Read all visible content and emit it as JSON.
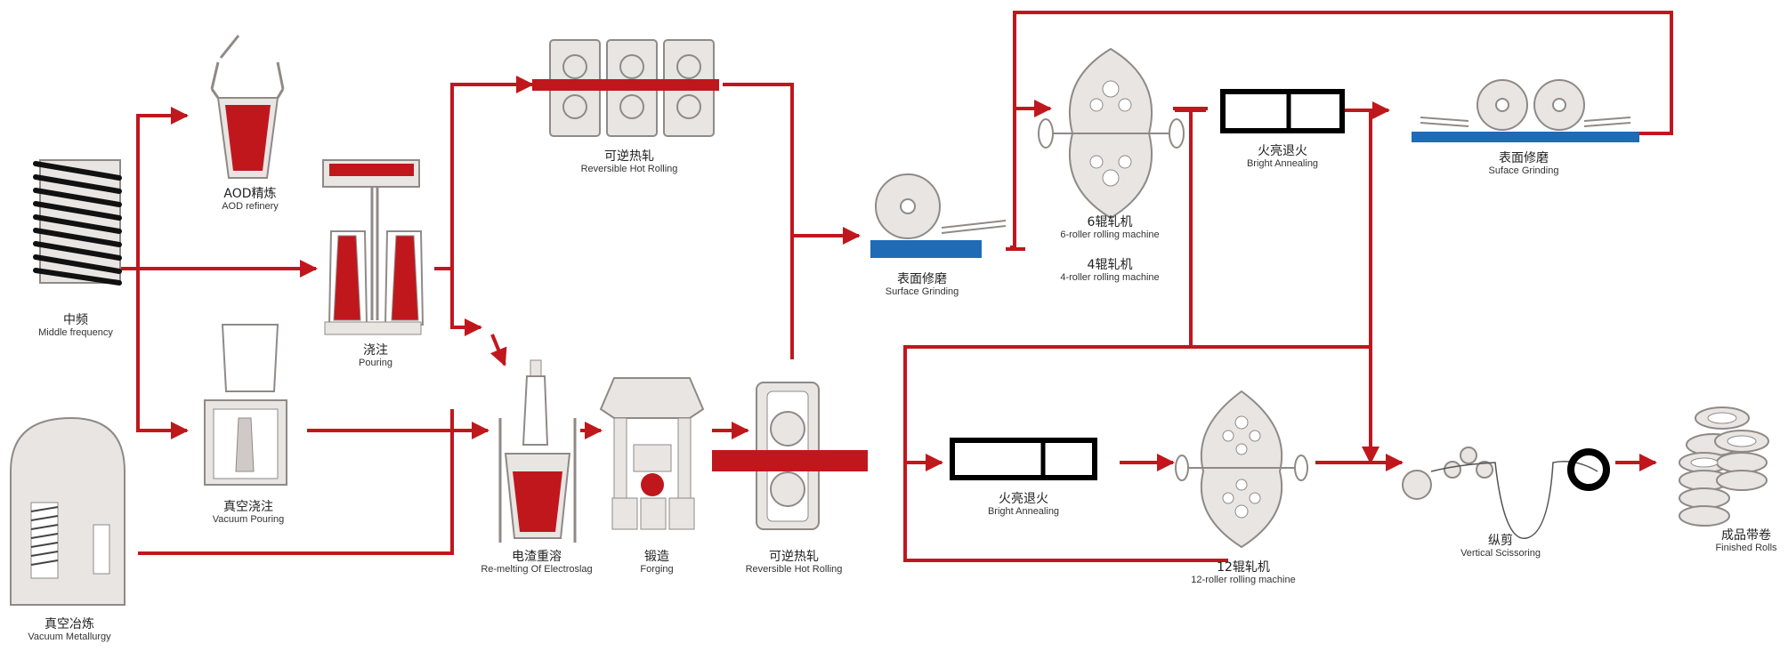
{
  "colors": {
    "flow": "#c0171d",
    "equipment_fill": "#e9e5e3",
    "equipment_stroke": "#8f8a87",
    "molten": "#c0171d",
    "table": "#1f6bb5",
    "annealing": "#000000"
  },
  "labels": {
    "middle_frequency": {
      "zh": "中频",
      "en": "Middle frequency"
    },
    "vacuum_metallurgy": {
      "zh": "真空冶炼",
      "en": "Vacuum Metallurgy"
    },
    "aod_refinery": {
      "zh": "AOD精炼",
      "en": "AOD refinery"
    },
    "vacuum_pouring": {
      "zh": "真空浇注",
      "en": "Vacuum Pouring"
    },
    "pouring": {
      "zh": "浇注",
      "en": "Pouring"
    },
    "reversible_hot_rolling_top": {
      "zh": "可逆热轧",
      "en": "Reversible Hot Rolling"
    },
    "remelting": {
      "zh": "电渣重溶",
      "en": "Re-melting Of Electroslag"
    },
    "forging": {
      "zh": "锻造",
      "en": "Forging"
    },
    "reversible_hot_rolling_bottom": {
      "zh": "可逆热轧",
      "en": "Reversible Hot Rolling"
    },
    "surface_grinding_1": {
      "zh": "表面修磨",
      "en": "Surface Grinding"
    },
    "six_roller": {
      "zh": "6辊轧机",
      "en": "6-roller rolling machine"
    },
    "four_roller": {
      "zh": "4辊轧机",
      "en": "4-roller rolling machine"
    },
    "bright_annealing_top": {
      "zh": "火亮退火",
      "en": "Bright Annealing"
    },
    "surface_grinding_2": {
      "zh": "表面修磨",
      "en": "Suface Grinding"
    },
    "bright_annealing_bottom": {
      "zh": "火亮退火",
      "en": "Bright Annealing"
    },
    "twelve_roller": {
      "zh": "12辊轧机",
      "en": "12-roller rolling machine"
    },
    "vertical_scissoring": {
      "zh": "纵剪",
      "en": "Vertical Scissoring"
    },
    "finished_rolls": {
      "zh": "成品带卷",
      "en": "Finished Rolls"
    }
  }
}
